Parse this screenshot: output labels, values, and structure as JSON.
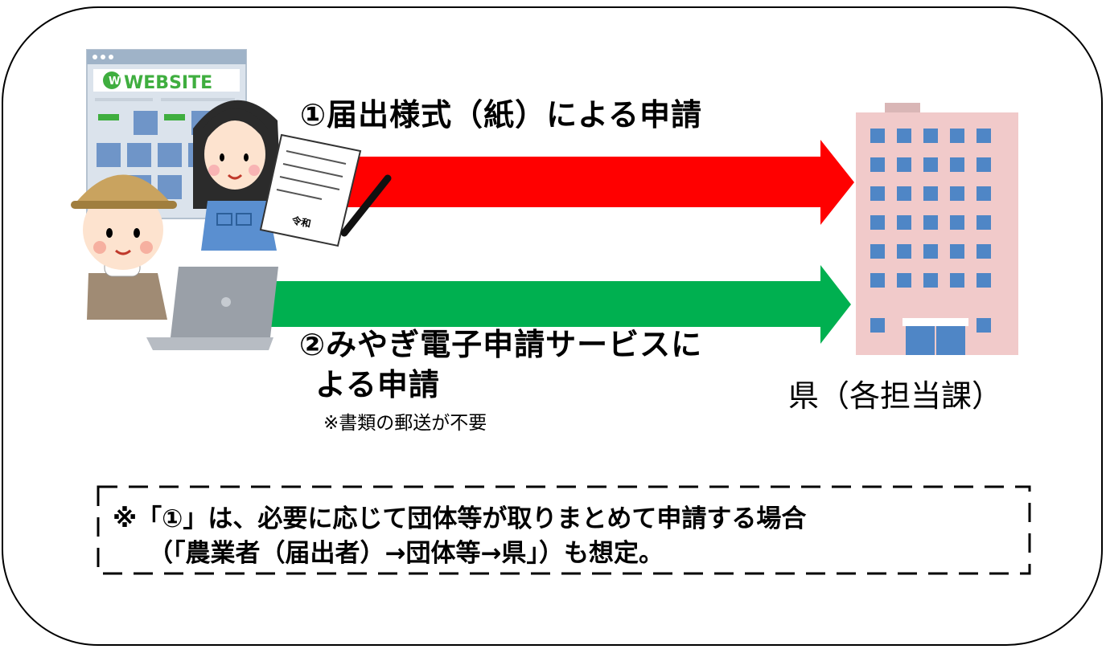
{
  "routes": {
    "paper": {
      "label": "①届出様式（紙）による申請",
      "color": "#ff0000"
    },
    "online": {
      "label_line1": "②みやぎ電子申請サービスに",
      "label_line2": "よる申請",
      "note": "※書類の郵送が不要",
      "color": "#00b050"
    }
  },
  "website_illustration": {
    "text": "WEBSITE"
  },
  "document_illustration": {
    "text": "令和"
  },
  "office": {
    "label": "県（各担当課）"
  },
  "note": {
    "line1": "※「①」は、必要に応じて団体等が取りまとめて申請する場合",
    "line2": "（「農業者（届出者）→団体等→県」）も想定。"
  }
}
